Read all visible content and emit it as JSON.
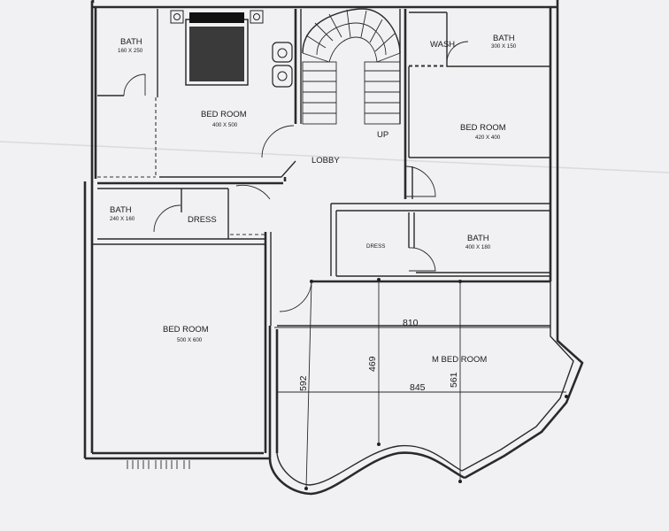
{
  "rooms": {
    "bath_top_left": {
      "name": "BATH",
      "size": "160 X 250"
    },
    "bed_room_top": {
      "name": "BED ROOM",
      "size": "400 X 500"
    },
    "wash": {
      "name": "WASH"
    },
    "bath_top_right": {
      "name": "BATH",
      "size": "300 X 150"
    },
    "bed_room_right": {
      "name": "BED ROOM",
      "size": "420 X 400"
    },
    "stair_up": {
      "name": "UP"
    },
    "lobby": {
      "name": "LOBBY"
    },
    "bath_mid_left": {
      "name": "BATH",
      "size": "240 X 160"
    },
    "dress_left": {
      "name": "DRESS"
    },
    "dress_right": {
      "name": "DRESS"
    },
    "bath_mid_right": {
      "name": "BATH",
      "size": "400 X 180"
    },
    "bed_room_left": {
      "name": "BED ROOM",
      "size": "500 X 600"
    },
    "master_bed_room": {
      "name": "M BED ROOM"
    }
  },
  "dimensions": {
    "width_top": "810",
    "width_mid": "845",
    "height_1": "592",
    "height_2": "469",
    "height_3": "561"
  },
  "colors": {
    "paper": "#f3f3f5",
    "ink": "#2a2a2a"
  }
}
